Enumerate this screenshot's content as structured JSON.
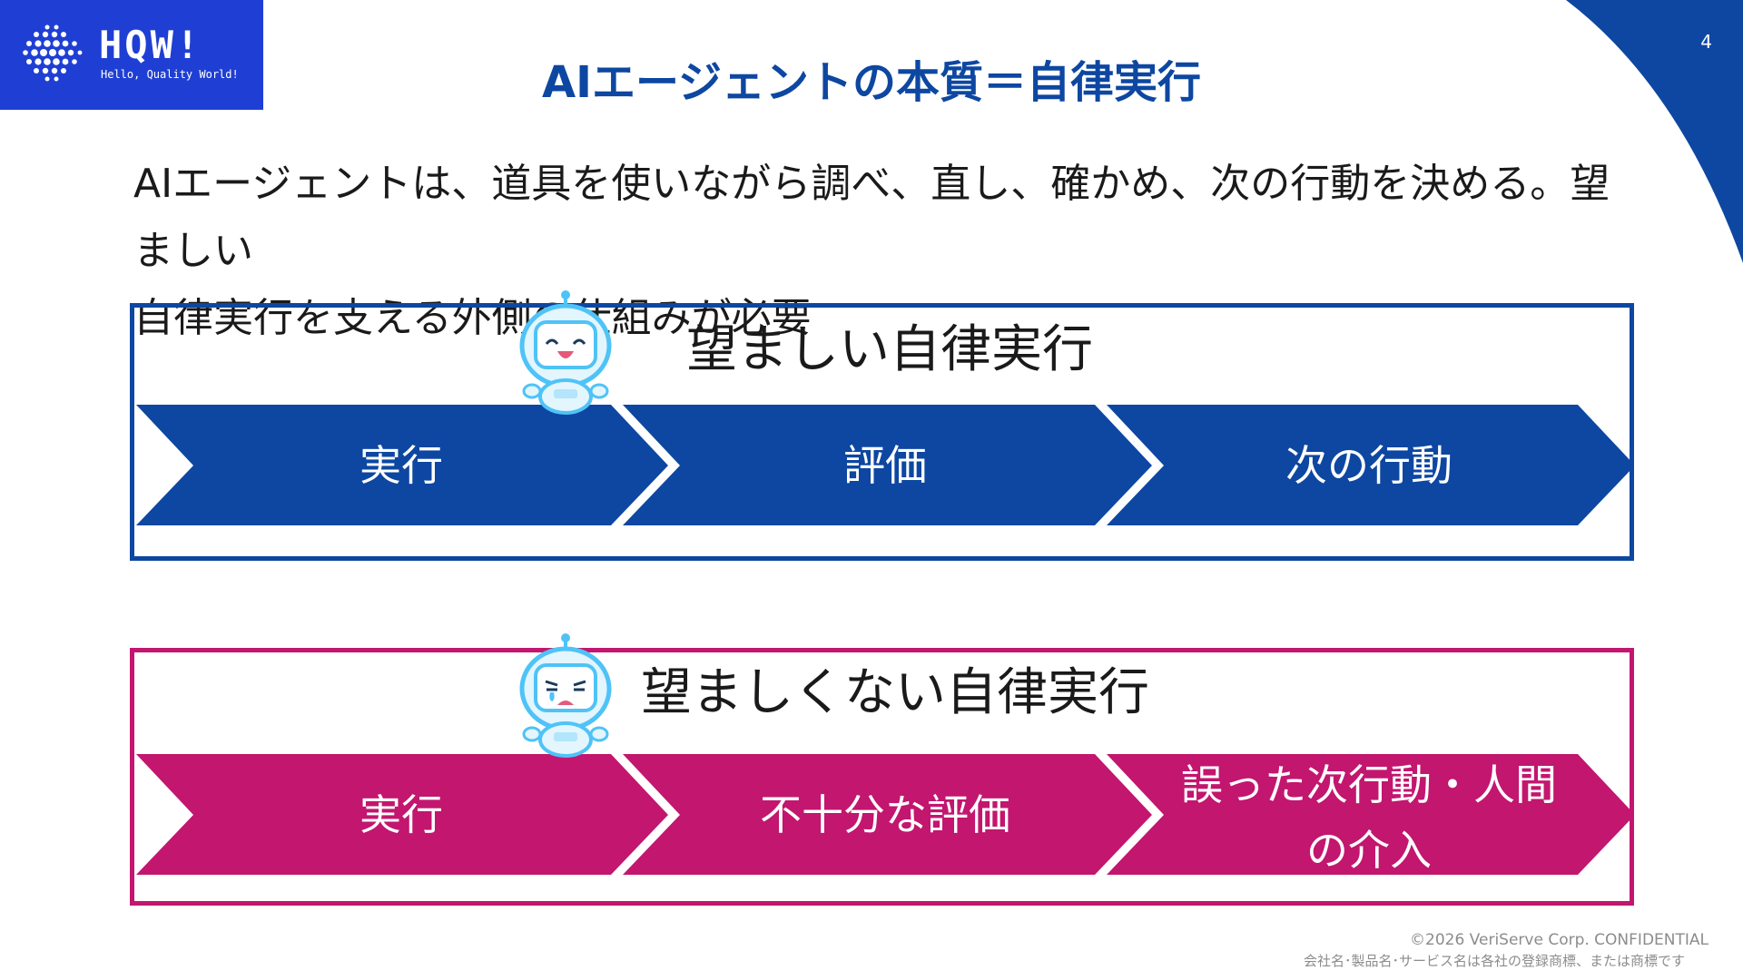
{
  "logo": {
    "name": "HQW!",
    "tagline": "Hello, Quality World!"
  },
  "page_number": "4",
  "title": "AIエージェントの本質＝自律実行",
  "intro": {
    "line1": "AIエージェントは、道具を使いながら調べ、直し、確かめ、次の行動を決める。望ましい",
    "line2": "自律実行を支える外側の仕組みが必要"
  },
  "good_panel": {
    "title": "望ましい自律実行",
    "steps": [
      "実行",
      "評価",
      "次の行動"
    ]
  },
  "bad_panel": {
    "title": "望ましくない自律実行",
    "steps": [
      "実行",
      "不十分な評価",
      "誤った次行動・人間",
      "の介入"
    ]
  },
  "footer": {
    "copyright": "©2026 VeriServe Corp. CONFIDENTIAL",
    "trademark": "会社名･製品名･サービス名は各社の登録商標、または商標です"
  },
  "colors": {
    "primary_blue": "#0d47a1",
    "logo_blue": "#1f3fd4",
    "magenta": "#c2166f",
    "robot_cyan": "#4fc3f7"
  },
  "icons": [
    "logo-dots-icon",
    "robot-happy-icon",
    "robot-sad-icon"
  ]
}
